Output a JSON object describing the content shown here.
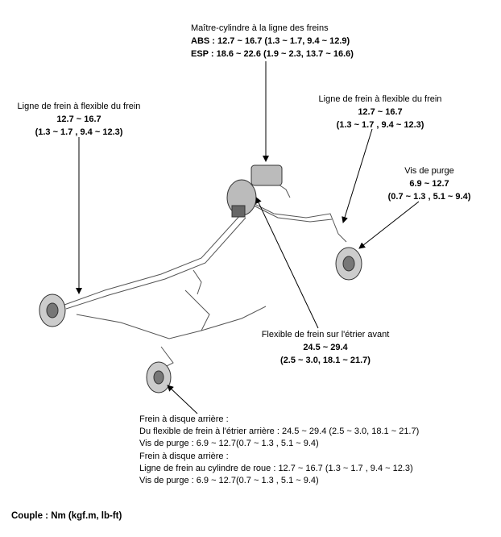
{
  "master_cylinder": {
    "title": "Maître-cylindre à la ligne des freins",
    "abs": "ABS : 12.7 ~ 16.7 (1.3 ~ 1.7, 9.4 ~ 12.9)",
    "esp": "ESP : 18.6 ~ 22.6 (1.9 ~ 2.3, 13.7 ~ 16.6)"
  },
  "left_hose": {
    "title": "Ligne de frein à flexible du frein",
    "nm": "12.7 ~ 16.7",
    "alt": "(1.3 ~ 1.7 , 9.4 ~ 12.3)"
  },
  "right_hose": {
    "title": "Ligne de frein à flexible du frein",
    "nm": "12.7 ~ 16.7",
    "alt": "(1.3 ~ 1.7 , 9.4 ~ 12.3)"
  },
  "bleed_screw": {
    "title": "Vis de purge",
    "nm": "6.9 ~ 12.7",
    "alt": "(0.7 ~ 1.3 , 5.1 ~ 9.4)"
  },
  "front_caliper": {
    "title": "Flexible de frein sur l'étrier avant",
    "nm": "24.5 ~ 29.4",
    "alt": "(2.5 ~ 3.0, 18.1 ~ 21.7)"
  },
  "rear": {
    "lines": [
      "Frein à disque arrière :",
      "Du flexible de frein à l'étrier arrière : 24.5 ~ 29.4 (2.5 ~ 3.0, 18.1 ~ 21.7)",
      "Vis de purge : 6.9 ~ 12.7(0.7 ~ 1.3 , 5.1 ~ 9.4)",
      "Frein à disque arrière :",
      "Ligne de frein au cylindre de roue : 12.7 ~ 16.7 (1.3 ~ 1.7 , 9.4 ~ 12.3)",
      "Vis de purge : 6.9 ~ 12.7(0.7 ~ 1.3 , 5.1 ~ 9.4)"
    ]
  },
  "footer": {
    "units": "Couple : Nm (kgf.m, lb-ft)"
  }
}
